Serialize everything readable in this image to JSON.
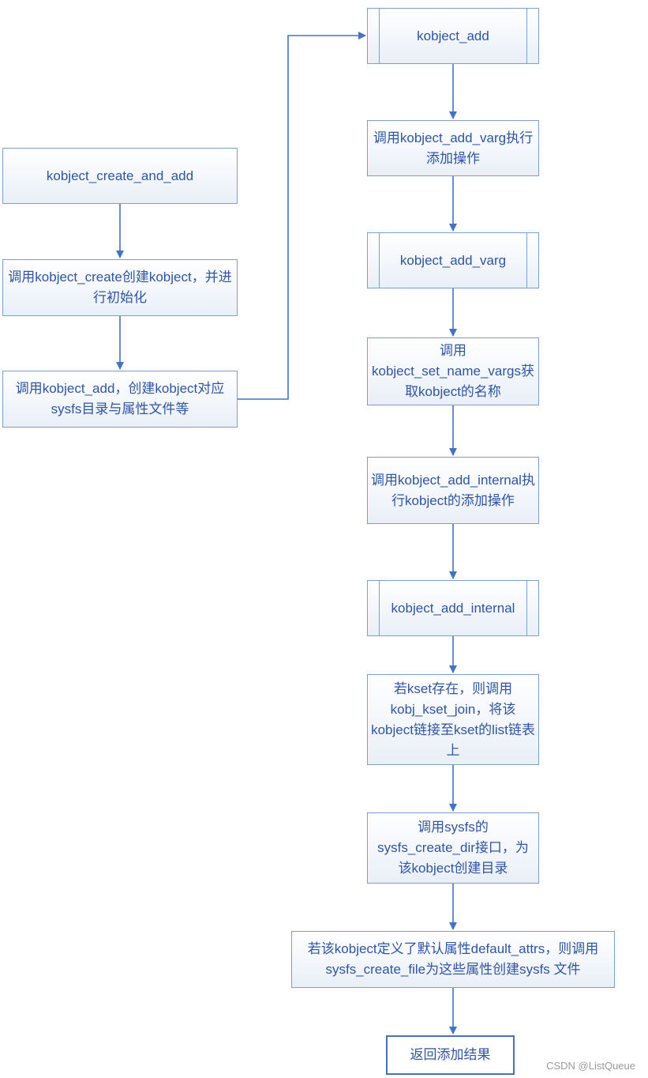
{
  "colors": {
    "line": "#4472c4",
    "border": "#7f9fce",
    "text": "#2f55a4"
  },
  "nodes": {
    "create_and_add": "kobject_create_and_add",
    "call_create": "调用kobject_create创建kobject，并进行初始化",
    "call_add": "调用kobject_add，创建kobject对应sysfs目录与属性文件等",
    "kobject_add": "kobject_add",
    "call_add_varg": "调用kobject_add_varg执行添加操作",
    "kobject_add_varg": "kobject_add_varg",
    "call_set_name": "调用kobject_set_name_vargs获取kobject的名称",
    "call_add_internal": "调用kobject_add_internal执行kobject的添加操作",
    "kobject_add_internal": "kobject_add_internal",
    "kset_join": "若kset存在，则调用kobj_kset_join，将该kobject链接至kset的list链表上",
    "create_dir": "调用sysfs的sysfs_create_dir接口，为该kobject创建目录",
    "default_attrs": "若该kobject定义了默认属性default_attrs，则调用sysfs_create_file为这些属性创建sysfs 文件",
    "return": "返回添加结果"
  },
  "watermark": "CSDN @ListQueue"
}
